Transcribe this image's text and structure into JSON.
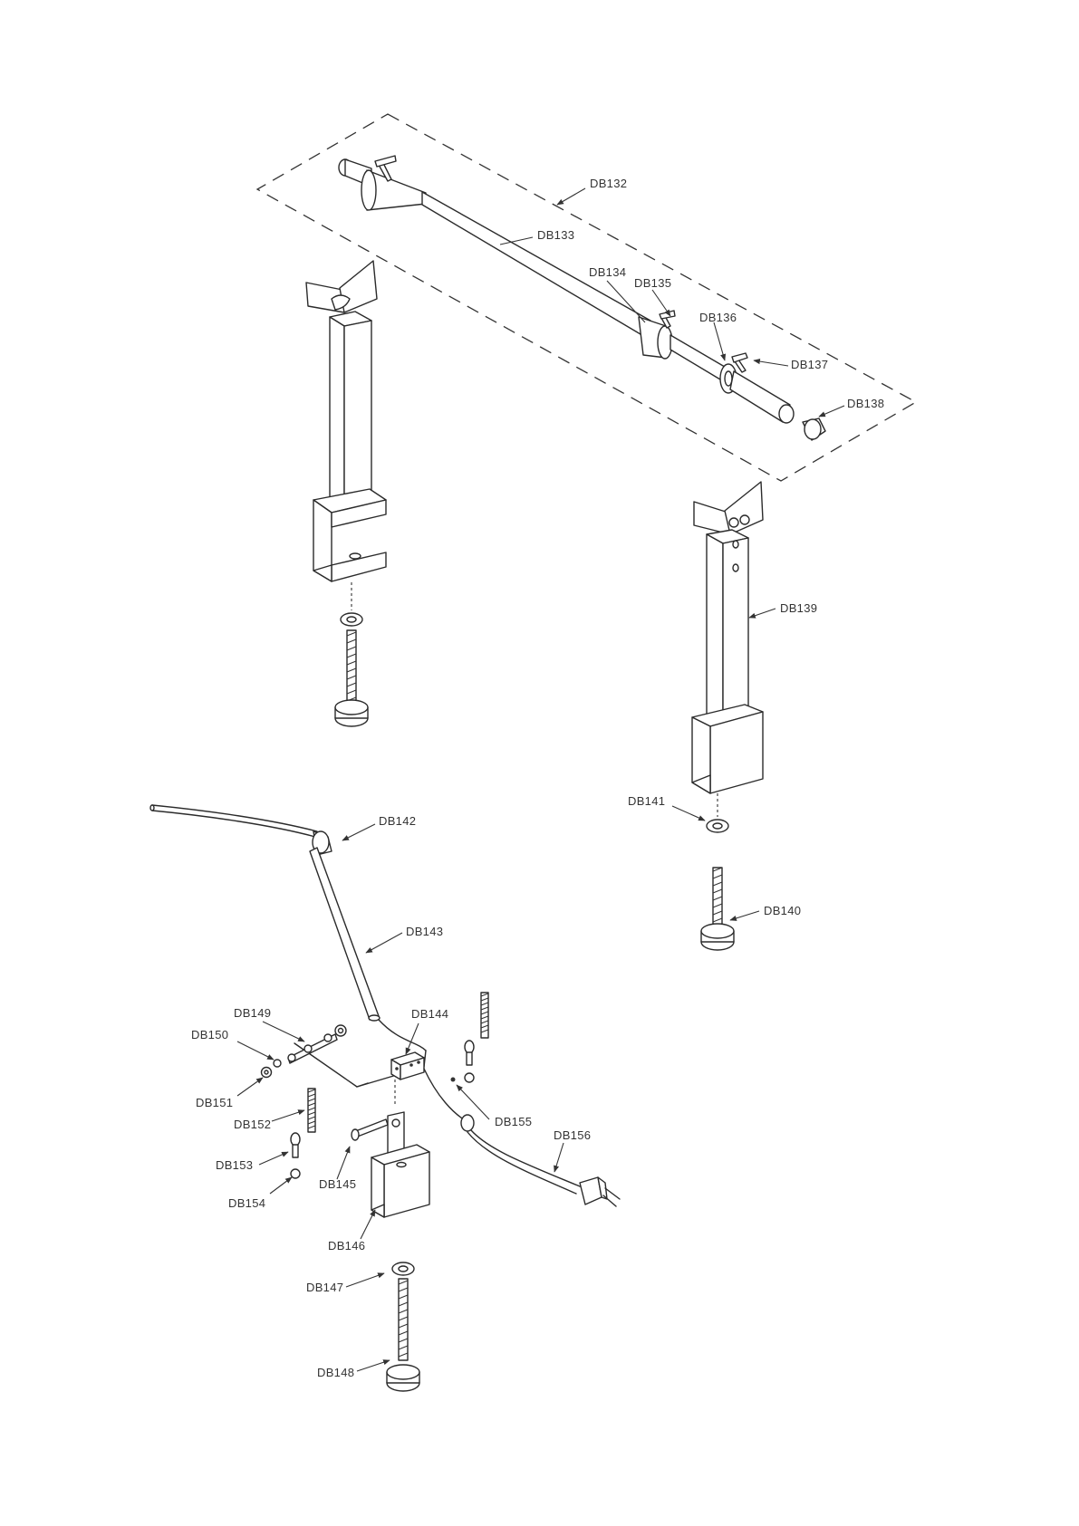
{
  "labels": {
    "db132": "DB132",
    "db133": "DB133",
    "db134": "DB134",
    "db135": "DB135",
    "db136": "DB136",
    "db137": "DB137",
    "db138": "DB138",
    "db139": "DB139",
    "db140": "DB140",
    "db141": "DB141",
    "db142": "DB142",
    "db143": "DB143",
    "db144": "DB144",
    "db145": "DB145",
    "db146": "DB146",
    "db147": "DB147",
    "db148": "DB148",
    "db149": "DB149",
    "db150": "DB150",
    "db151": "DB151",
    "db152": "DB152",
    "db153": "DB153",
    "db154": "DB154",
    "db155": "DB155",
    "db156": "DB156"
  },
  "colors": {
    "line": "#2b2b2b",
    "background": "#ffffff"
  }
}
